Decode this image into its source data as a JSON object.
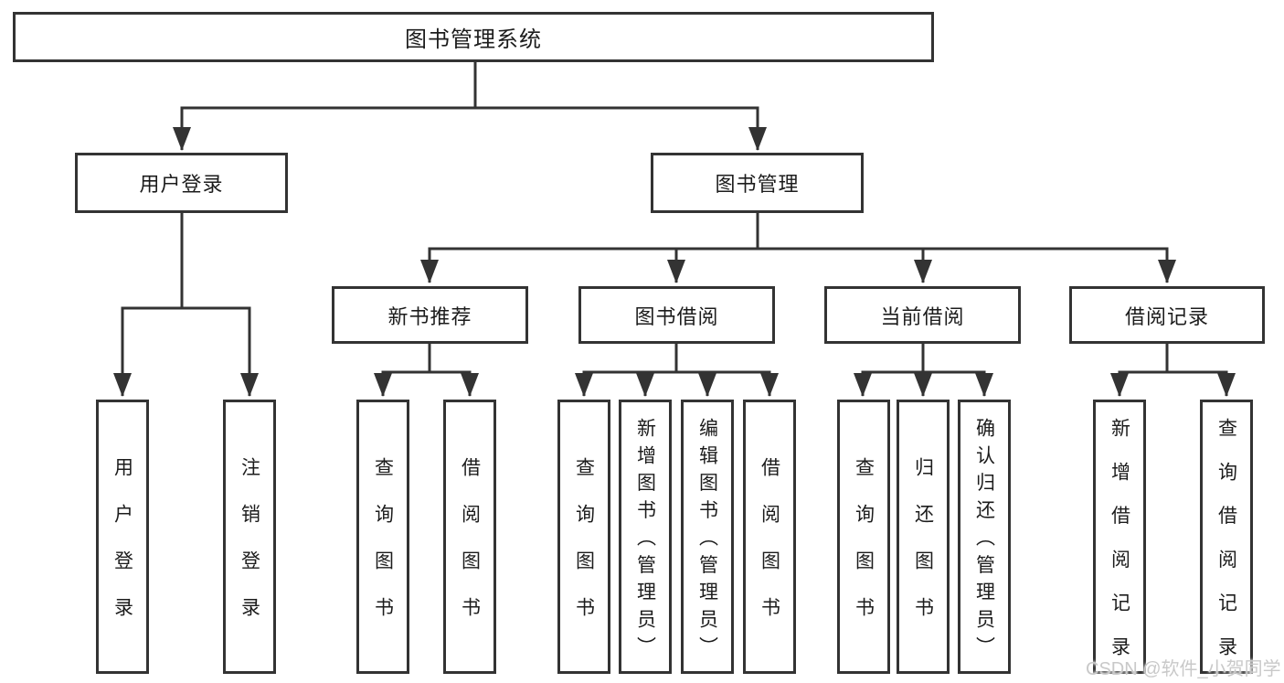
{
  "root": {
    "label": "图书管理系统"
  },
  "login": {
    "label": "用户登录",
    "children": [
      {
        "label": "用户登录"
      },
      {
        "label": "注销登录"
      }
    ]
  },
  "management": {
    "label": "图书管理",
    "sections": [
      {
        "label": "新书推荐",
        "children": [
          {
            "label": "查询图书"
          },
          {
            "label": "借阅图书"
          }
        ]
      },
      {
        "label": "图书借阅",
        "children": [
          {
            "label": "查询图书"
          },
          {
            "label": "新增图书（管理员）"
          },
          {
            "label": "编辑图书（管理员）"
          },
          {
            "label": "借阅图书"
          }
        ]
      },
      {
        "label": "当前借阅",
        "children": [
          {
            "label": "查询图书"
          },
          {
            "label": "归还图书"
          },
          {
            "label": "确认归还（管理员）"
          }
        ]
      },
      {
        "label": "借阅记录",
        "children": [
          {
            "label": "新增借阅记录"
          },
          {
            "label": "查询借阅记录"
          }
        ]
      }
    ]
  },
  "watermark": {
    "text": "CSDN @软件_小贺同学",
    "color": "#c9c9c9"
  },
  "colors": {
    "line": "#333333",
    "border": "#333333",
    "text": "#1c1c1c",
    "background": "#ffffff"
  }
}
